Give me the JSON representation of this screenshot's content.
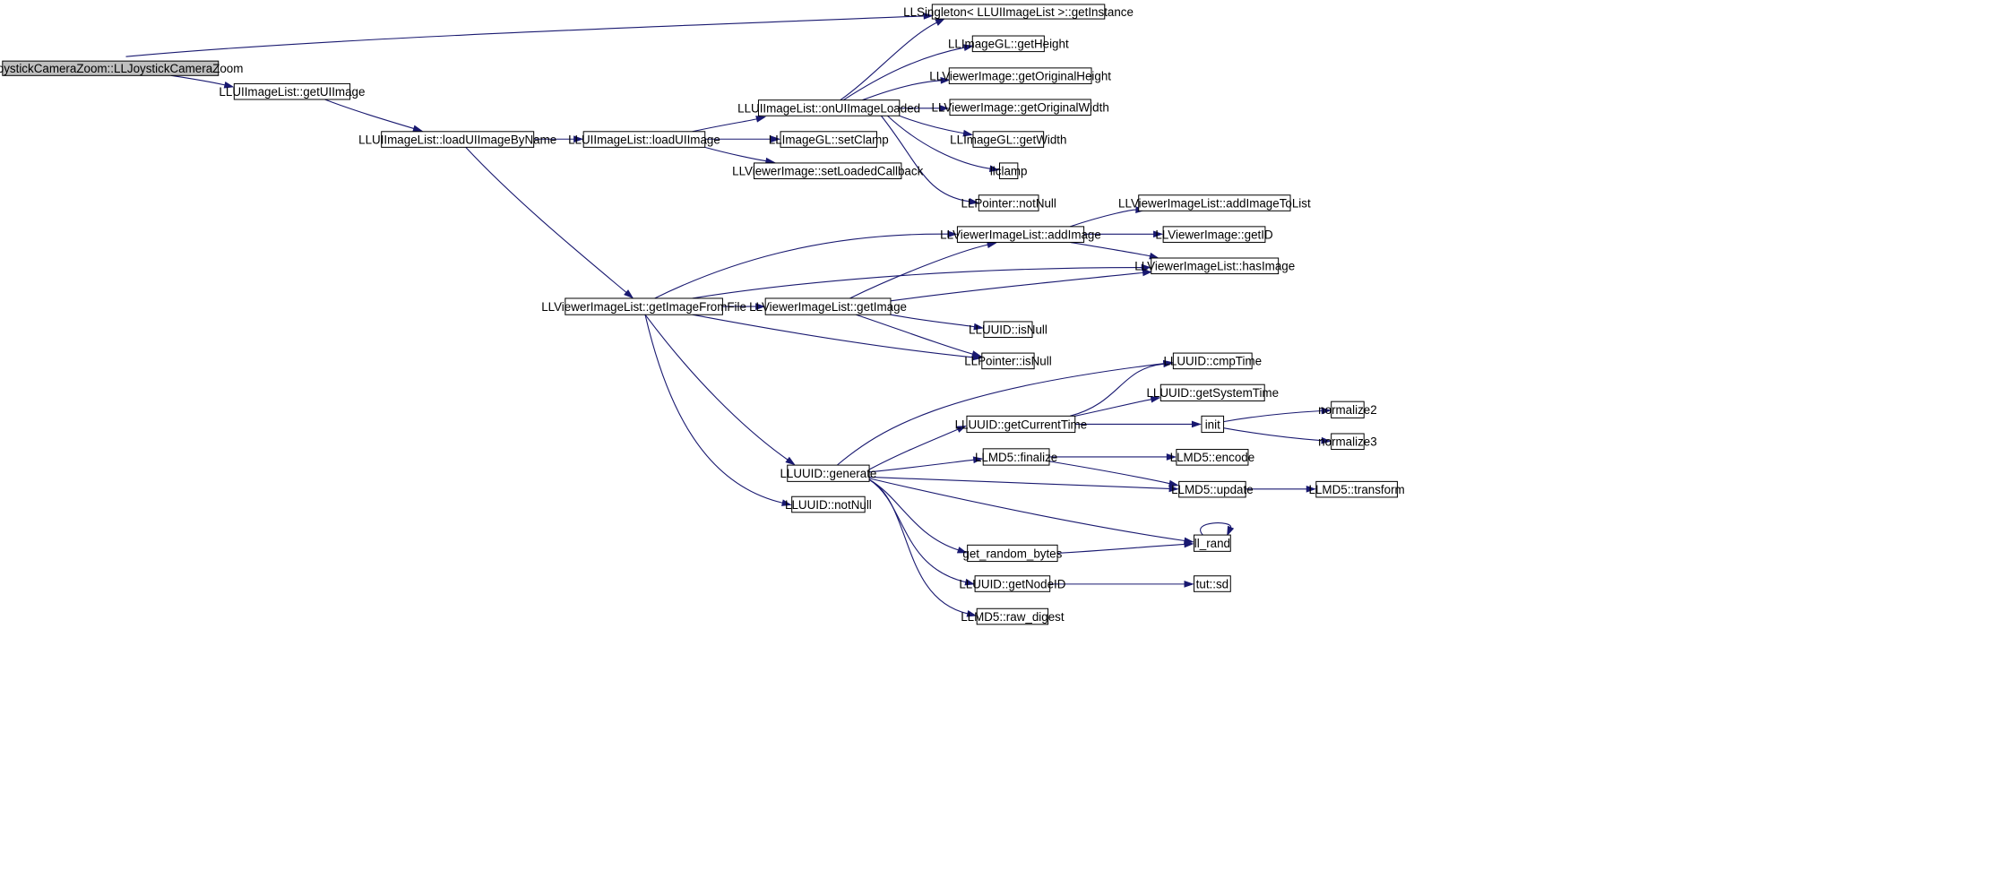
{
  "graph": {
    "edge_color": "#191970",
    "root_fill": "#bfbfbf",
    "nodes": [
      {
        "id": "n0",
        "label": "LLJoystickCameraZoom::LLJoystickCameraZoom"
      },
      {
        "id": "n1",
        "label": "LLSingleton< LLUIImageList >::getInstance"
      },
      {
        "id": "n2",
        "label": "LLUIImageList::getUIImage"
      },
      {
        "id": "n3",
        "label": "LLUIImageList::loadUIImageByName"
      },
      {
        "id": "n4",
        "label": "LLUIImageList::loadUIImage"
      },
      {
        "id": "n5",
        "label": "LLUIImageList::onUIImageLoaded"
      },
      {
        "id": "n6",
        "label": "LLImageGL::setClamp"
      },
      {
        "id": "n7",
        "label": "LLViewerImage::setLoadedCallback"
      },
      {
        "id": "n8",
        "label": "LLImageGL::getHeight"
      },
      {
        "id": "n9",
        "label": "LLViewerImage::getOriginalHeight"
      },
      {
        "id": "n10",
        "label": "LLViewerImage::getOriginalWidth"
      },
      {
        "id": "n11",
        "label": "LLImageGL::getWidth"
      },
      {
        "id": "n12",
        "label": "llclamp"
      },
      {
        "id": "n13",
        "label": "LLPointer::notNull"
      },
      {
        "id": "n14",
        "label": "LLViewerImageList::getImageFromFile"
      },
      {
        "id": "n15",
        "label": "LLViewerImageList::addImage"
      },
      {
        "id": "n16",
        "label": "LLViewerImageList::addImageToList"
      },
      {
        "id": "n17",
        "label": "LLViewerImage::getID"
      },
      {
        "id": "n18",
        "label": "LLViewerImageList::hasImage"
      },
      {
        "id": "n19",
        "label": "LLViewerImageList::getImage"
      },
      {
        "id": "n20",
        "label": "LLUUID::isNull"
      },
      {
        "id": "n21",
        "label": "LLPointer::isNull"
      },
      {
        "id": "n22",
        "label": "LLUUID::cmpTime"
      },
      {
        "id": "n23",
        "label": "LLUUID::getSystemTime"
      },
      {
        "id": "n24",
        "label": "LLUUID::getCurrentTime"
      },
      {
        "id": "n25",
        "label": "init"
      },
      {
        "id": "n26",
        "label": "normalize2"
      },
      {
        "id": "n27",
        "label": "normalize3"
      },
      {
        "id": "n28",
        "label": "LLUUID::generate"
      },
      {
        "id": "n29",
        "label": "LLMD5::finalize"
      },
      {
        "id": "n30",
        "label": "LLMD5::encode"
      },
      {
        "id": "n31",
        "label": "LLMD5::update"
      },
      {
        "id": "n32",
        "label": "LLMD5::transform"
      },
      {
        "id": "n33",
        "label": "LLUUID::notNull"
      },
      {
        "id": "n34",
        "label": "ll_rand"
      },
      {
        "id": "n35",
        "label": "get_random_bytes"
      },
      {
        "id": "n36",
        "label": "LLUUID::getNodeID"
      },
      {
        "id": "n37",
        "label": "tut::sd"
      },
      {
        "id": "n38",
        "label": "LLMD5::raw_digest"
      }
    ],
    "edges": [
      [
        "n0",
        "n1"
      ],
      [
        "n0",
        "n2"
      ],
      [
        "n2",
        "n3"
      ],
      [
        "n3",
        "n4"
      ],
      [
        "n3",
        "n14"
      ],
      [
        "n4",
        "n5"
      ],
      [
        "n4",
        "n6"
      ],
      [
        "n4",
        "n7"
      ],
      [
        "n5",
        "n1"
      ],
      [
        "n5",
        "n8"
      ],
      [
        "n5",
        "n9"
      ],
      [
        "n5",
        "n10"
      ],
      [
        "n5",
        "n11"
      ],
      [
        "n5",
        "n12"
      ],
      [
        "n5",
        "n13"
      ],
      [
        "n14",
        "n15"
      ],
      [
        "n14",
        "n18"
      ],
      [
        "n14",
        "n19"
      ],
      [
        "n14",
        "n21"
      ],
      [
        "n14",
        "n28"
      ],
      [
        "n14",
        "n33"
      ],
      [
        "n15",
        "n16"
      ],
      [
        "n15",
        "n17"
      ],
      [
        "n15",
        "n18"
      ],
      [
        "n19",
        "n15"
      ],
      [
        "n19",
        "n18"
      ],
      [
        "n19",
        "n20"
      ],
      [
        "n19",
        "n21"
      ],
      [
        "n28",
        "n22"
      ],
      [
        "n28",
        "n24"
      ],
      [
        "n28",
        "n29"
      ],
      [
        "n28",
        "n31"
      ],
      [
        "n28",
        "n34"
      ],
      [
        "n28",
        "n35"
      ],
      [
        "n28",
        "n36"
      ],
      [
        "n28",
        "n38"
      ],
      [
        "n24",
        "n22"
      ],
      [
        "n24",
        "n23"
      ],
      [
        "n24",
        "n25"
      ],
      [
        "n25",
        "n26"
      ],
      [
        "n25",
        "n27"
      ],
      [
        "n29",
        "n30"
      ],
      [
        "n29",
        "n31"
      ],
      [
        "n31",
        "n32"
      ],
      [
        "n34",
        "n34"
      ],
      [
        "n35",
        "n34"
      ],
      [
        "n36",
        "n37"
      ]
    ]
  }
}
